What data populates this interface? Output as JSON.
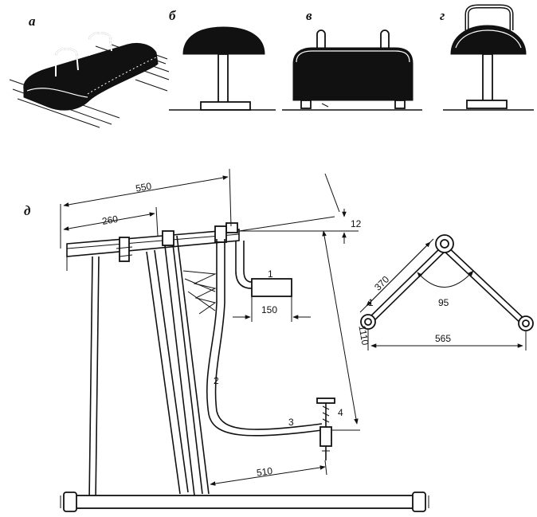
{
  "views": {
    "a": "а",
    "b": "б",
    "v": "в",
    "g": "г",
    "d": "д"
  },
  "dimensions": {
    "d550": "550",
    "d260": "260",
    "d12": "12",
    "d150": "150",
    "d1110": "1110",
    "d510": "510",
    "d370": "370",
    "d95": "95",
    "d565": "565"
  },
  "parts": {
    "p1_main": "1",
    "p2": "2",
    "p3": "3",
    "p4": "4",
    "p1_scheme": "1"
  }
}
